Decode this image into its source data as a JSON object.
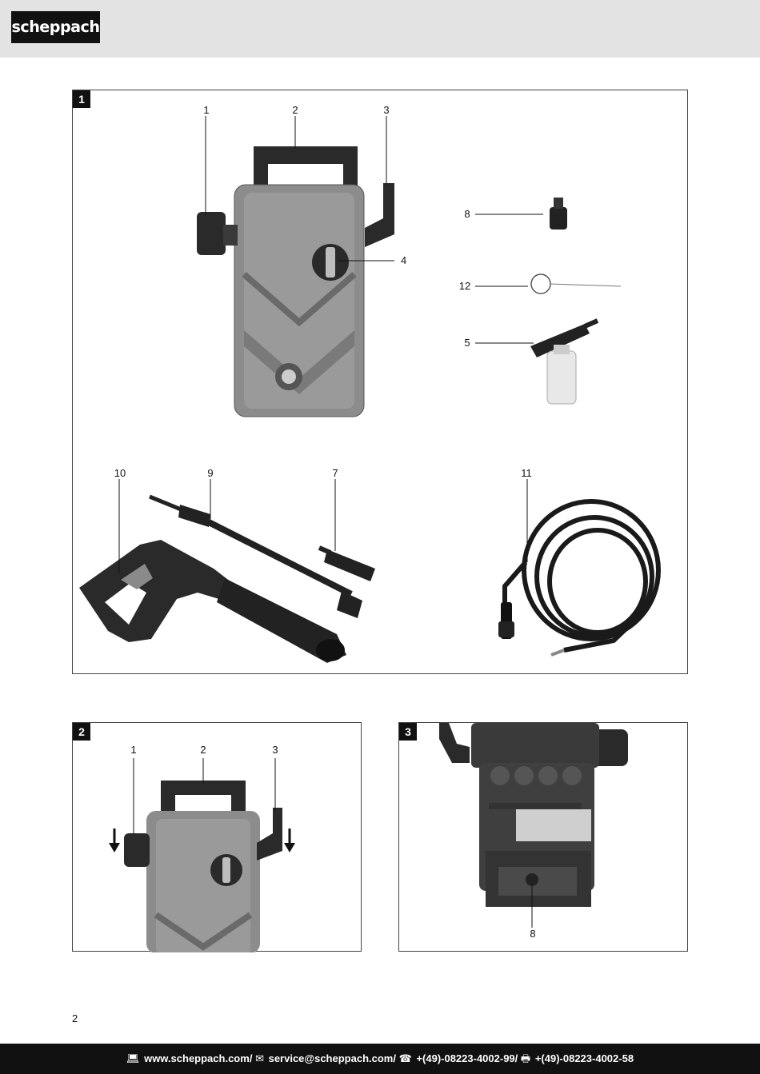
{
  "header": {
    "logo_text": "scheppach"
  },
  "figure1": {
    "number": "1",
    "callouts": {
      "c1": "1",
      "c2": "2",
      "c3": "3",
      "c4": "4",
      "c5": "5",
      "c7": "7",
      "c8": "8",
      "c9": "9",
      "c10": "10",
      "c11": "11",
      "c12": "12"
    }
  },
  "figure2": {
    "number": "2",
    "callouts": {
      "c1": "1",
      "c2": "2",
      "c3": "3"
    }
  },
  "figure3": {
    "number": "3",
    "callouts": {
      "c8": "8"
    }
  },
  "page_number": "2",
  "footer": {
    "website_icon": "laptop-icon",
    "website": "www.scheppach.com",
    "email_icon": "mail-icon",
    "email": "service@scheppach.com",
    "phone_icon": "phone-icon",
    "phone": "+(49)-08223-4002-99",
    "fax_icon": "fax-icon",
    "fax": "+(49)-08223-4002-58",
    "separator": " / "
  }
}
